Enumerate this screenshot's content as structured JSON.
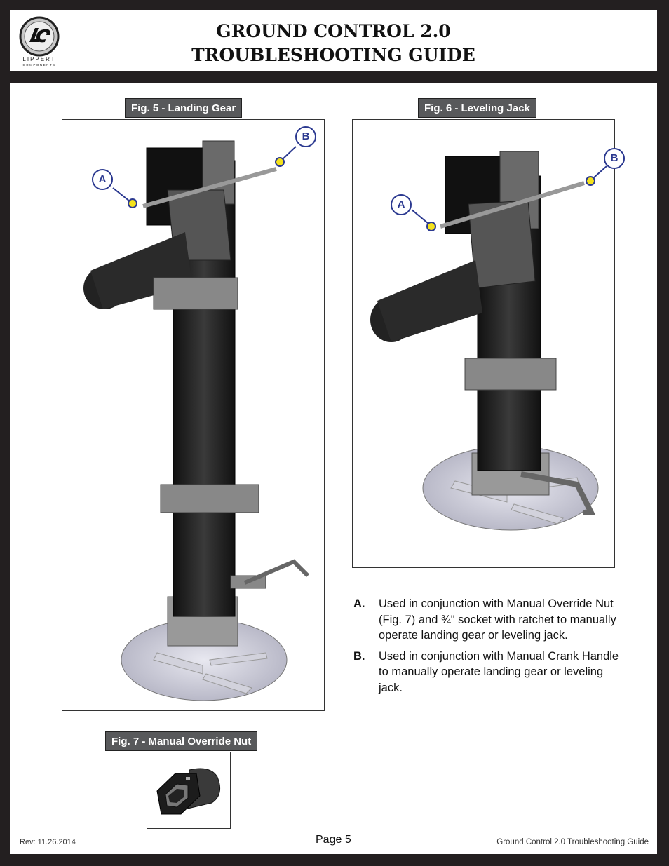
{
  "header": {
    "logo": {
      "icon": "lci-logo-icon",
      "text": "LIPPERT",
      "subtext": "COMPONENTS"
    },
    "title_line1": "GROUND CONTROL 2.0",
    "title_line2": "TROUBLESHOOTING GUIDE"
  },
  "figures": {
    "fig5": {
      "label": "Fig. 5 - Landing Gear",
      "callout_a": "A",
      "callout_b": "B",
      "image": "landing-gear-illustration"
    },
    "fig6": {
      "label": "Fig. 6 - Leveling Jack",
      "callout_a": "A",
      "callout_b": "B",
      "image": "leveling-jack-illustration"
    },
    "fig7": {
      "label": "Fig. 7 - Manual Override Nut",
      "image": "override-nut-illustration"
    }
  },
  "notes": [
    {
      "key": "A.",
      "text": "Used in conjunction with Manual Override Nut (Fig. 7) and ¾\" socket with ratchet to manually operate landing gear or leveling jack."
    },
    {
      "key": "B.",
      "text": "Used in conjunction with Manual Crank Handle to manually operate landing gear or leveling jack."
    }
  ],
  "footer": {
    "rev": "Rev: 11.26.2014",
    "page": "Page 5",
    "doc_title": "Ground Control 2.0 Troubleshooting Guide"
  },
  "colors": {
    "background": "#231f20",
    "label_bg": "#58595b",
    "callout_blue": "#2b3990",
    "callout_dot": "#f4e21b"
  }
}
